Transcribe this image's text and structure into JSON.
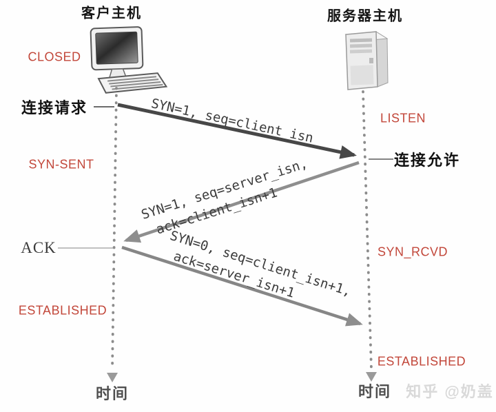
{
  "diagram": {
    "title_semantic": "TCP three-way handshake sequence diagram",
    "client": {
      "title": "客户主机",
      "states": {
        "closed": "CLOSED",
        "syn_sent": "SYN-SENT",
        "established": "ESTABLISHED"
      },
      "events": {
        "connect_request": "连接请求",
        "ack": "ACK"
      },
      "time_label": "时间"
    },
    "server": {
      "title": "服务器主机",
      "states": {
        "listen": "LISTEN",
        "syn_rcvd": "SYN_RCVD",
        "established": "ESTABLISHED"
      },
      "events": {
        "connect_grant": "连接允许"
      },
      "time_label": "时间"
    },
    "messages": [
      {
        "from": "client",
        "to": "server",
        "line1": "SYN=1, seq=client_isn",
        "line2": ""
      },
      {
        "from": "server",
        "to": "client",
        "line1": "SYN=1, seq=server_isn,",
        "line2": "ack=client_isn+1"
      },
      {
        "from": "client",
        "to": "server",
        "line1": "SYN=0, seq=client_isn+1,",
        "line2": "ack=server_isn+1"
      }
    ],
    "watermark": "知乎 @奶盖",
    "colors": {
      "state_red": "#c2473a",
      "arrow_dark": "#474747",
      "arrow_gray": "#8e8e8e",
      "timeline_gray": "#8c8c8c",
      "text_dark": "#1f1f1f",
      "watermark_gray": "#d9d9d9"
    }
  }
}
